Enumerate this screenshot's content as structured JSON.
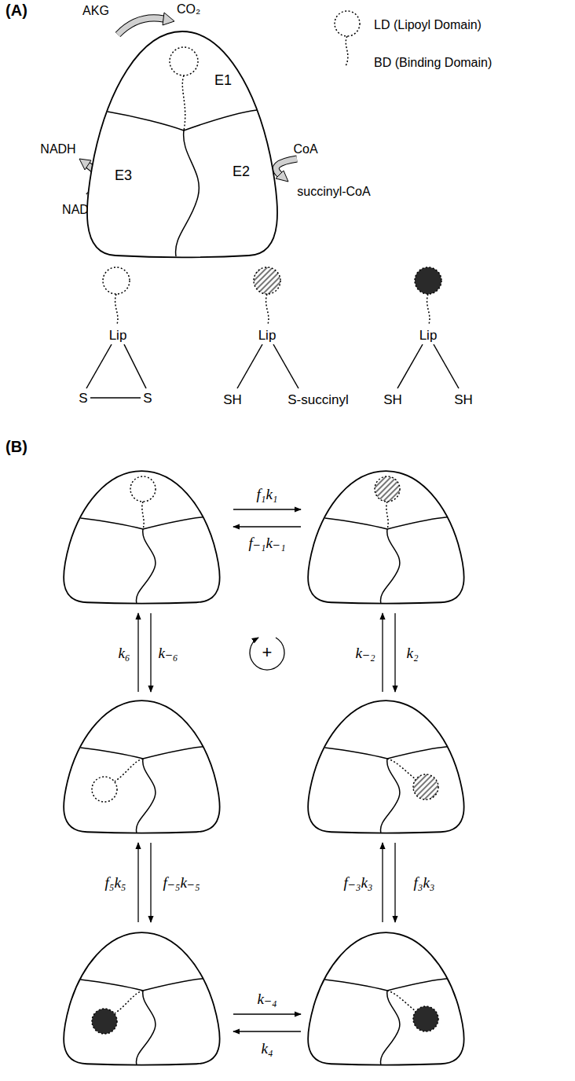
{
  "diagram": {
    "nodes": [
      {
        "text": [
          "E1",
          "E2",
          "E3"
        ]
      }
    ],
    "labels": [
      "(A)",
      "AKG",
      "CO₂",
      "NADH",
      "NAD",
      "CoA",
      "succinyl-CoA",
      "Lip",
      "S",
      "S",
      "Lip",
      "SH",
      "S-succinyl",
      "Lip",
      "SH",
      "SH",
      "(B)",
      "f₁k₁",
      "f₋₁k₋₁",
      "k₆",
      "k₋₆",
      "k₋₂",
      "k₂",
      "+",
      "f₅k₅",
      "f₋₅k₋₅",
      "f₋₃k₃",
      "f₃k₃",
      "k₋₄",
      "k₄"
    ],
    "legend": [
      {
        "text": "LD (Lipoyl Domain)"
      },
      {
        "text": "BD (Binding Domain)"
      }
    ]
  }
}
